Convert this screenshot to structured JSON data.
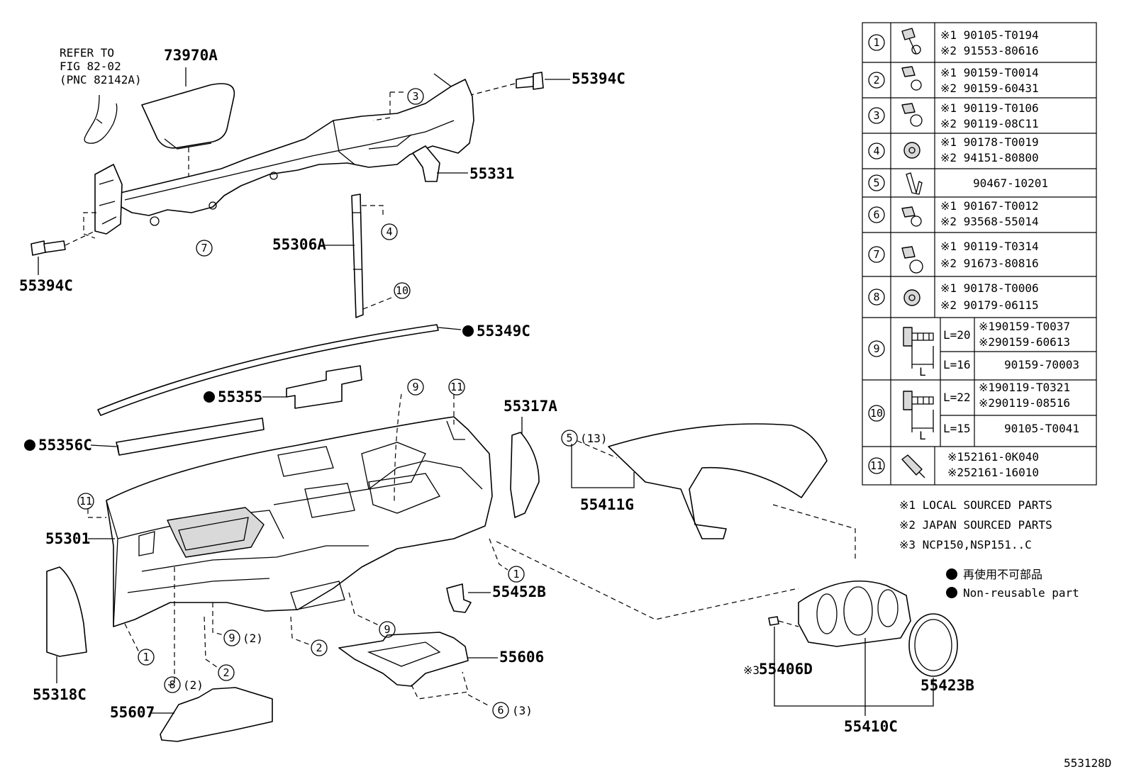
{
  "refer_note": [
    "REFER TO",
    "FIG 82-02",
    "(PNC 82142A)"
  ],
  "callouts": {
    "c73970A": "73970A",
    "c55394C_top": "55394C",
    "c55331": "55331",
    "c55306A": "55306A",
    "c55394C_left": "55394C",
    "c55349C": "55349C",
    "c55355": "55355",
    "c55356C": "55356C",
    "c55317A": "55317A",
    "c55411G": "55411G",
    "c55301": "55301",
    "c55452B": "55452B",
    "c55606": "55606",
    "c55318C": "55318C",
    "c55607": "55607",
    "c55406D": "55406D",
    "c55423B": "55423B",
    "c55410C": "55410C"
  },
  "qty": {
    "q5": "(13)",
    "q9": "(2)",
    "q8": "(2)",
    "q6": "(3)"
  },
  "ref_55406D": "※3",
  "table": {
    "rows": [
      {
        "num": "1",
        "p1": "※1 90105-T0194",
        "p2": "※2 91553-80616"
      },
      {
        "num": "2",
        "p1": "※1 90159-T0014",
        "p2": "※2 90159-60431"
      },
      {
        "num": "3",
        "p1": "※1 90119-T0106",
        "p2": "※2 90119-08C11"
      },
      {
        "num": "4",
        "p1": "※1 90178-T0019",
        "p2": "※2 94151-80800"
      },
      {
        "num": "5",
        "single": "90467-10201"
      },
      {
        "num": "6",
        "p1": "※1 90167-T0012",
        "p2": "※2 93568-55014"
      },
      {
        "num": "7",
        "p1": "※1 90119-T0314",
        "p2": "※2 91673-80816"
      },
      {
        "num": "8",
        "p1": "※1 90178-T0006",
        "p2": "※2 90179-06115"
      },
      {
        "num": "9",
        "len1": "L=20",
        "p1": "※190159-T0037",
        "p2": "※290159-60613",
        "len2": "L=16",
        "p3": "90159-70003",
        "dim": "L"
      },
      {
        "num": "10",
        "len1": "L=22",
        "p1": "※190119-T0321",
        "p2": "※290119-08516",
        "len2": "L=15",
        "p3": "90105-T0041",
        "dim": "L"
      },
      {
        "num": "11",
        "p1": "※152161-0K040",
        "p2": "※252161-16010"
      }
    ]
  },
  "notes": [
    "※1 LOCAL SOURCED PARTS",
    "※2 JAPAN SOURCED PARTS",
    "※3 NCP150,NSP151..C"
  ],
  "legend": [
    "再使用不可部品",
    "Non-reusable part"
  ],
  "figure_id": "553128D"
}
